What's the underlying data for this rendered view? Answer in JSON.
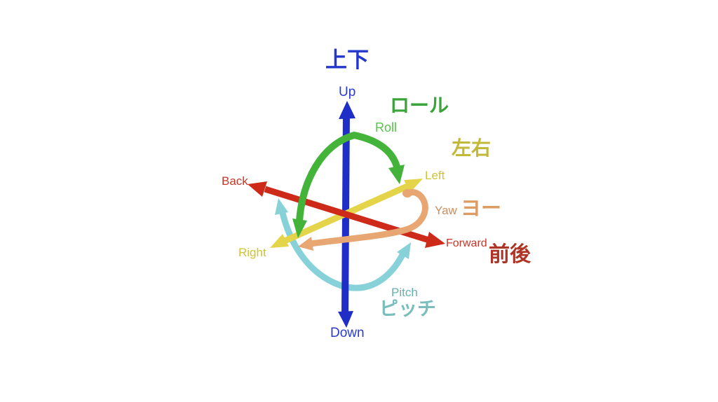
{
  "page": {
    "background": "#ffffff",
    "description": "3D aircraft principal axes diagram with English and Japanese labels"
  },
  "axes": {
    "vertical": {
      "jp": "上下",
      "top": "Up",
      "bottom": "Down",
      "axis_color": "#1f2ec6",
      "label_color": "#2b3bd1",
      "jp_color": "#2437cd"
    },
    "longitudinal": {
      "jp": "前後",
      "front": "Forward",
      "back": "Back",
      "axis_color": "#cd2a1a",
      "label_color": "#c4372a",
      "jp_color": "#ae3526"
    },
    "lateral": {
      "jp": "左右",
      "left": "Left",
      "right": "Right",
      "axis_color": "#e3d44a",
      "label_color": "#cfc433",
      "jp_color": "#c2b93a"
    }
  },
  "rotations": {
    "roll": {
      "en": "Roll",
      "jp": "ロール",
      "arrow_color": "#43b33a",
      "label_color": "#55c548",
      "jp_color": "#3aa33a"
    },
    "yaw": {
      "en": "Yaw",
      "jp": "ヨー",
      "arrow_color": "#e7a672",
      "label_color": "#cd8d5c",
      "jp_color": "#de9c62"
    },
    "pitch": {
      "en": "Pitch",
      "jp": "ピッチ",
      "arrow_color": "#86d2d8",
      "label_color": "#66b1ae",
      "jp_color": "#7abdbd"
    }
  },
  "origin": {
    "dot_color": "#e8a050"
  }
}
